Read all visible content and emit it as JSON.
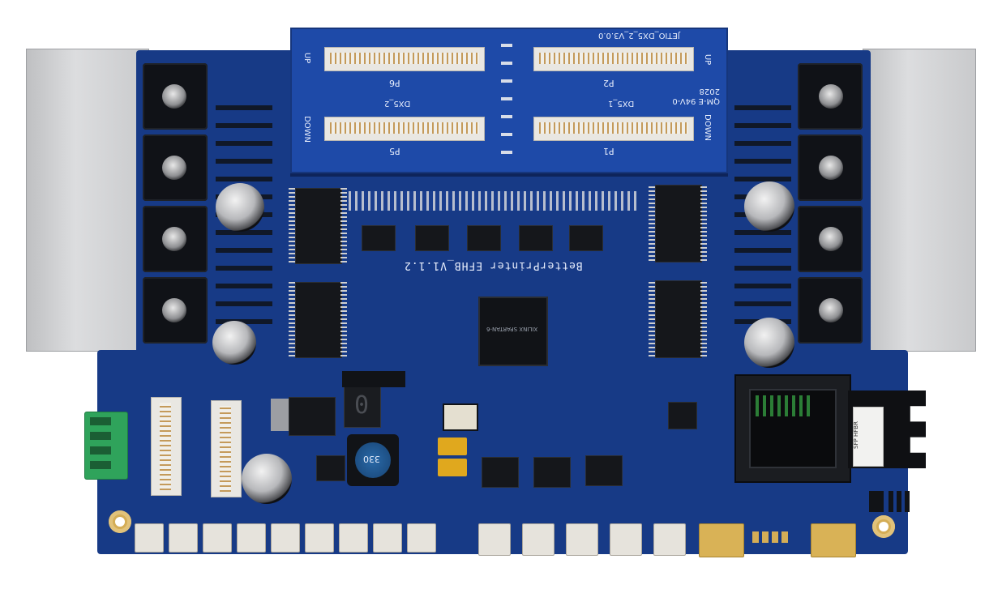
{
  "board": {
    "main_label": "BetterPrinter EFHB_V1.1.2",
    "adapter_label": "JETIO_DX5_2_V3.0.0",
    "adapter_mark": "QM-E 94V-0 2028",
    "connectors": [
      {
        "id": "p6",
        "name": "P6",
        "side": "UP"
      },
      {
        "id": "p2",
        "name": "P2",
        "side": "UP"
      },
      {
        "id": "p5",
        "name": "P5",
        "side": "DOWN"
      },
      {
        "id": "p1",
        "name": "P1",
        "side": "DOWN"
      }
    ],
    "head_labels": {
      "left": "DX5_2",
      "right": "DX5_1"
    },
    "fpga_text": "XILINX SPARTAN-6",
    "display_digit": "0",
    "inductor_text": "330",
    "rj45_text": "SFP HFBR"
  },
  "colors": {
    "pcb": "#173a86",
    "heatsink": "#cfd0d2",
    "terminal": "#2fa35b",
    "gold": "#d4ad56"
  }
}
